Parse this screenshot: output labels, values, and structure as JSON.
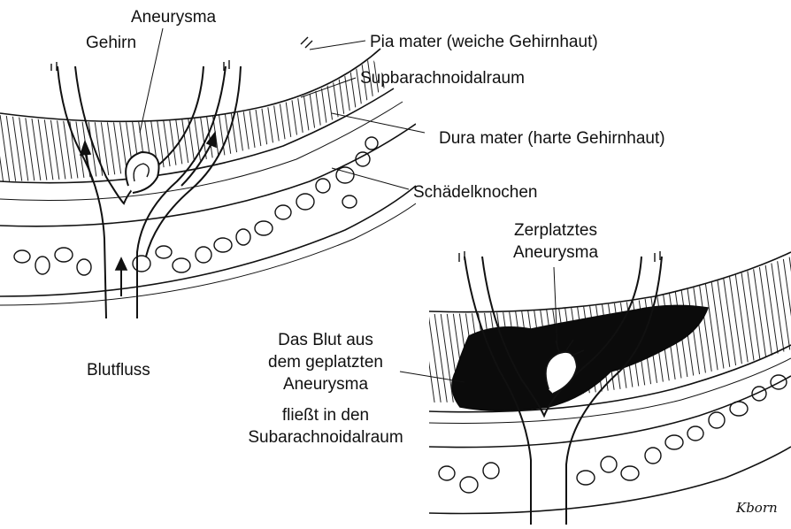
{
  "colors": {
    "ink": "#111111",
    "background": "#ffffff",
    "blood": "#0b0b0b"
  },
  "diagram_1": {
    "labels": {
      "aneurysm": "Aneurysma",
      "brain": "Gehirn",
      "pia": "Pia mater (weiche Gehirnhaut)",
      "subarachnoid": "Supbarachnoidalraum",
      "dura": "Dura mater (harte Gehirnhaut)",
      "skull": "Schädelknochen",
      "bloodflow": "Blutfluss"
    }
  },
  "diagram_2": {
    "labels": {
      "ruptured_line1": "Zerplatztes",
      "ruptured_line2": "Aneurysma",
      "blood_line1": "Das Blut aus",
      "blood_line2": "dem geplatzten",
      "blood_line3": "Aneurysma",
      "blood_line4": "fließt in den",
      "blood_line5": "Subarachnoidalraum"
    }
  },
  "signature": "Kborn"
}
